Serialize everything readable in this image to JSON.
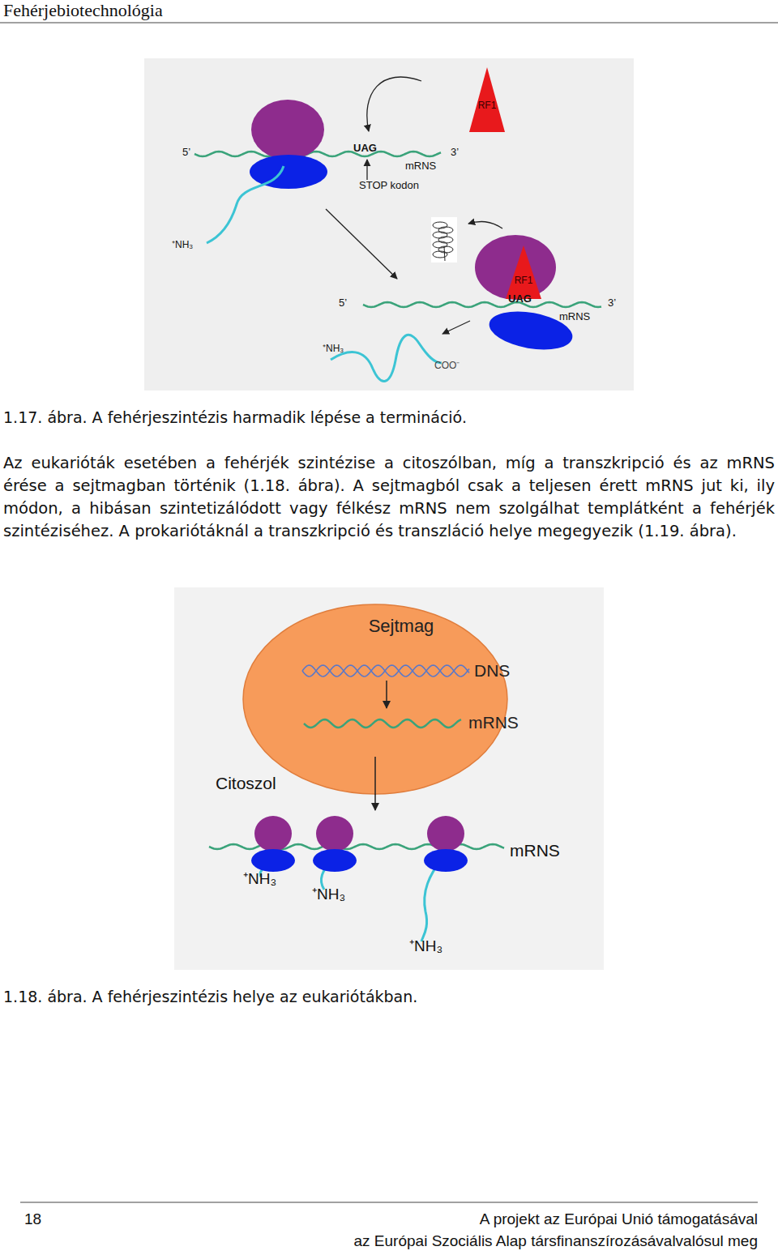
{
  "diagram": {
    "nodes": [
      {
        "text": [
          "RF1"
        ]
      },
      {
        "text": [
          "RF1"
        ]
      },
      {
        "text": [
          "Sejtmag",
          "DNS",
          "mRNS"
        ]
      }
    ],
    "labels": [
      "Fehérjebiotechnológia",
      "5’",
      "UAG",
      "3’",
      "mRNS",
      "STOP kodon",
      "⁺NH₃",
      "5’",
      "UAG",
      "3’",
      "mRNS",
      "⁺NH₃",
      "COO⁻",
      "1.17. ábra. A fehérjeszintézis harmadik lépése a termináció.",
      "Az eukarióták esetében a fehérjék szintézise a citoszólban, míg a transzkripció és az mRNS érése a sejtmagban történik (1.18. ábra). A sejtmagból csak a teljesen érett mRNS jut ki, ily módon, a hibásan szintetizálódott vagy félkész mRNS nem szolgálhat templátként a fehérjék szintéziséhez. A prokariótáknál a transzkripció és transzláció helye megegyezik (1.19. ábra).",
      "Citoszol",
      "mRNS",
      "⁺NH₃",
      "⁺NH₃",
      "⁺NH₃",
      "1.18. ábra. A fehérjeszintézis helye az eukariótákban.",
      "18",
      "A projekt az Európai Unió támogatásával",
      "az Európai Szociális Alap társfinanszírozásávalvalósul meg"
    ]
  }
}
